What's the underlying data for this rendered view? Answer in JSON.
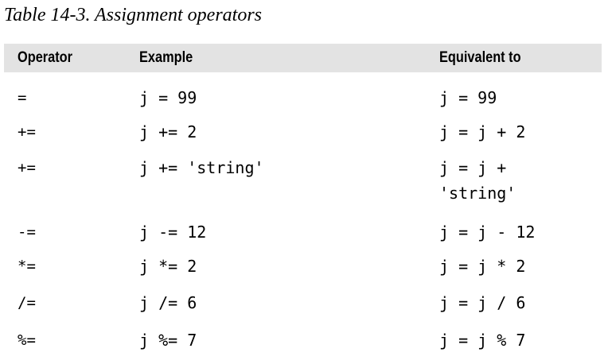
{
  "caption": "Table 14-3. Assignment operators",
  "table": {
    "headers": [
      "Operator",
      "Example",
      "Equivalent to"
    ],
    "rows": [
      {
        "operator": "=",
        "example": "j = 99",
        "equivalent": "j = 99"
      },
      {
        "operator": "+=",
        "example": "j += 2",
        "equivalent": "j = j + 2"
      },
      {
        "operator": "+=",
        "example": "j += 'string'",
        "equivalent": "j = j + 'string'"
      },
      {
        "operator": "-=",
        "example": "j -= 12",
        "equivalent": "j = j - 12"
      },
      {
        "operator": "*=",
        "example": "j *= 2",
        "equivalent": "j = j * 2"
      },
      {
        "operator": "/=",
        "example": "j /= 6",
        "equivalent": "j = j / 6"
      },
      {
        "operator": "%=",
        "example": "j %= 7",
        "equivalent": "j = j % 7"
      }
    ]
  }
}
